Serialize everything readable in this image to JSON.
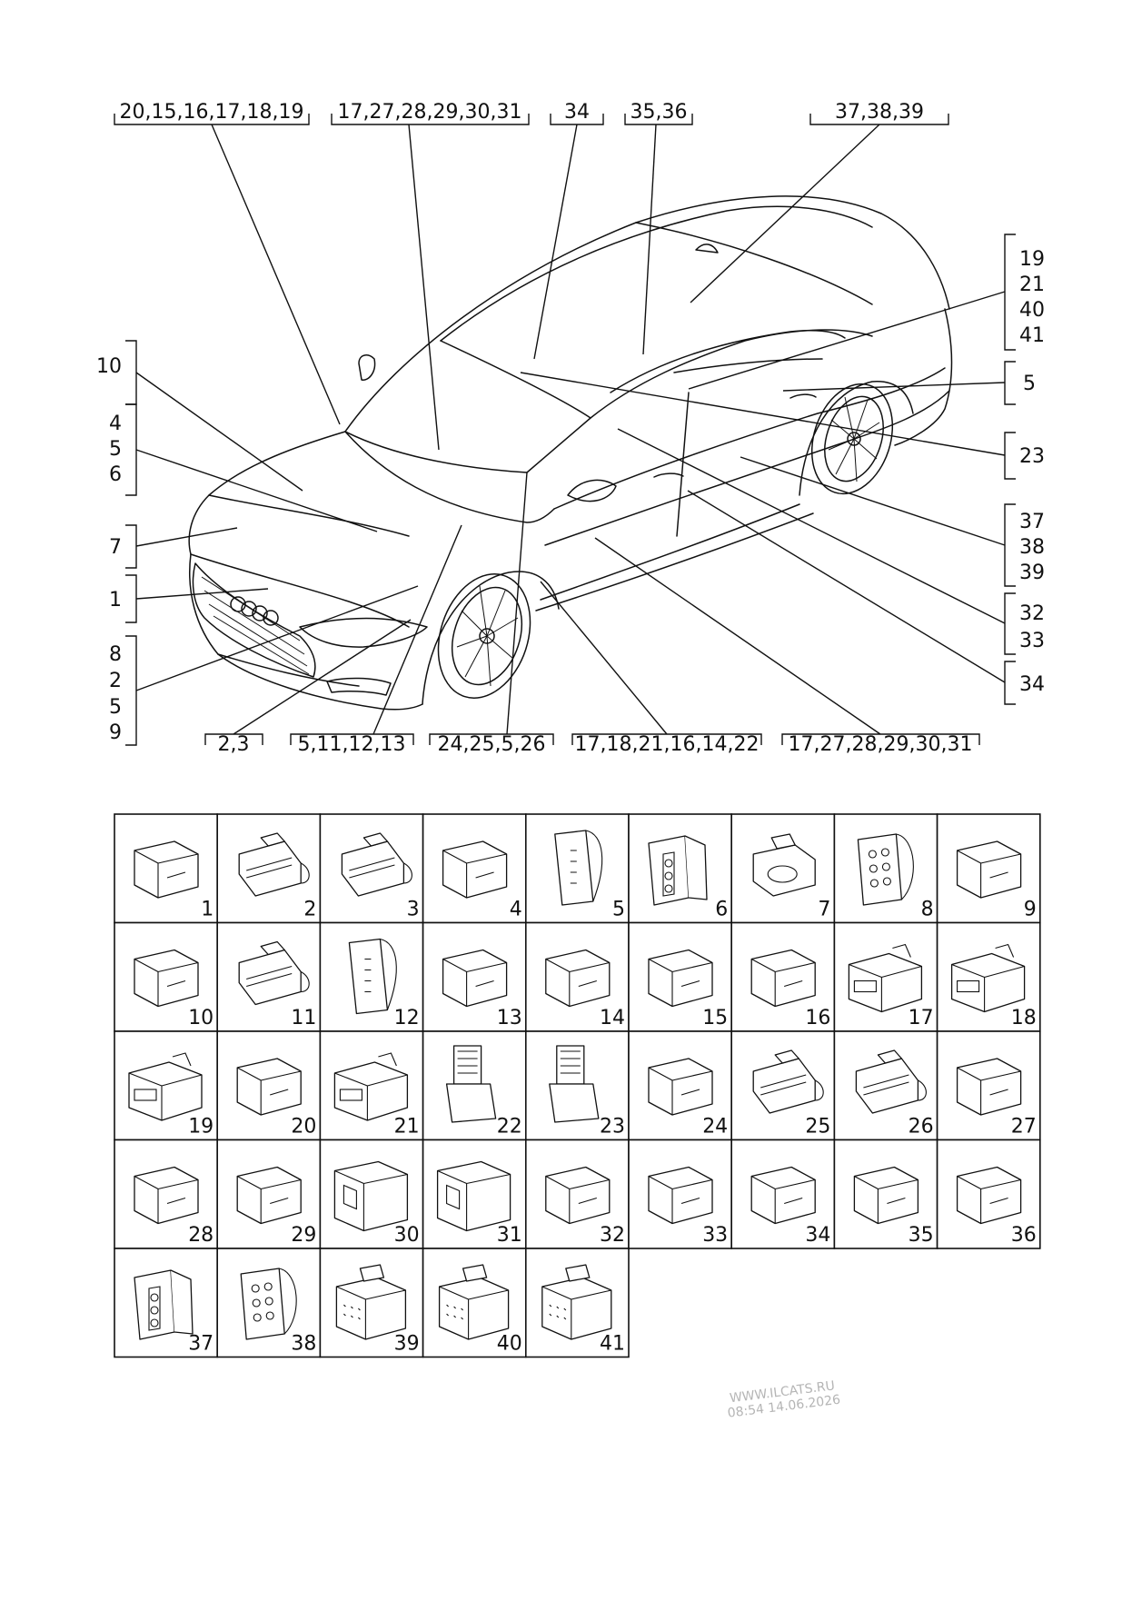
{
  "callouts": {
    "top": [
      "20,15,16,17,18,19",
      "17,27,28,29,30,31",
      "34",
      "35,36",
      "37,38,39"
    ],
    "bottom": [
      "2,3",
      "5,11,12,13",
      "24,25,5,26",
      "17,18,21,16,14,22",
      "17,27,28,29,30,31"
    ],
    "left": [
      [
        "10"
      ],
      [
        "4",
        "5",
        "6"
      ],
      [
        "7"
      ],
      [
        "1"
      ],
      [
        "8",
        "2",
        "5",
        "9"
      ]
    ],
    "right": [
      [
        "19",
        "21",
        "40",
        "41"
      ],
      [
        "5"
      ],
      [
        "23"
      ],
      [
        "37",
        "38",
        "39"
      ],
      [
        "32",
        "33"
      ],
      [
        "34"
      ]
    ]
  },
  "connectors": [
    {
      "num": "1",
      "icon": "sensor-connector-icon"
    },
    {
      "num": "2",
      "icon": "multi-pin-connector-icon"
    },
    {
      "num": "3",
      "icon": "multi-pin-connector-icon"
    },
    {
      "num": "4",
      "icon": "flat-connector-icon"
    },
    {
      "num": "5",
      "icon": "vertical-pin-housing-icon"
    },
    {
      "num": "6",
      "icon": "three-pin-connector-icon"
    },
    {
      "num": "7",
      "icon": "two-pin-connector-icon"
    },
    {
      "num": "8",
      "icon": "six-pin-housing-icon"
    },
    {
      "num": "9",
      "icon": "angled-connector-icon"
    },
    {
      "num": "10",
      "icon": "cylinder-connector-icon"
    },
    {
      "num": "11",
      "icon": "multi-pin-connector-icon"
    },
    {
      "num": "12",
      "icon": "vertical-pin-housing-icon"
    },
    {
      "num": "13",
      "icon": "oval-connector-icon"
    },
    {
      "num": "14",
      "icon": "block-connector-icon"
    },
    {
      "num": "15",
      "icon": "side-latch-connector-icon"
    },
    {
      "num": "16",
      "icon": "latch-connector-icon"
    },
    {
      "num": "17",
      "icon": "box-connector-icon"
    },
    {
      "num": "18",
      "icon": "box-connector-icon"
    },
    {
      "num": "19",
      "icon": "box-connector-icon"
    },
    {
      "num": "20",
      "icon": "clip-connector-icon"
    },
    {
      "num": "21",
      "icon": "box-connector-icon"
    },
    {
      "num": "22",
      "icon": "tower-connector-icon"
    },
    {
      "num": "23",
      "icon": "tower-connector-icon"
    },
    {
      "num": "24",
      "icon": "round-connector-icon"
    },
    {
      "num": "25",
      "icon": "multi-pin-connector-icon"
    },
    {
      "num": "26",
      "icon": "multi-pin-connector-icon"
    },
    {
      "num": "27",
      "icon": "small-latch-connector-icon"
    },
    {
      "num": "28",
      "icon": "open-box-connector-icon"
    },
    {
      "num": "29",
      "icon": "cylinder-connector-icon"
    },
    {
      "num": "30",
      "icon": "open-housing-icon"
    },
    {
      "num": "31",
      "icon": "open-housing-icon"
    },
    {
      "num": "32",
      "icon": "frame-connector-icon"
    },
    {
      "num": "33",
      "icon": "flat-block-connector-icon"
    },
    {
      "num": "34",
      "icon": "boot-connector-icon"
    },
    {
      "num": "35",
      "icon": "flat-connector-icon"
    },
    {
      "num": "36",
      "icon": "oval-connector-icon"
    },
    {
      "num": "37",
      "icon": "three-pin-connector-icon"
    },
    {
      "num": "38",
      "icon": "six-pin-housing-icon"
    },
    {
      "num": "39",
      "icon": "grid-pin-connector-icon"
    },
    {
      "num": "40",
      "icon": "grid-pin-connector-icon"
    },
    {
      "num": "41",
      "icon": "grid-pin-connector-icon"
    }
  ],
  "watermark": {
    "line1": "WWW.ILCATS.RU",
    "line2": "08:54 14.06.2026"
  }
}
